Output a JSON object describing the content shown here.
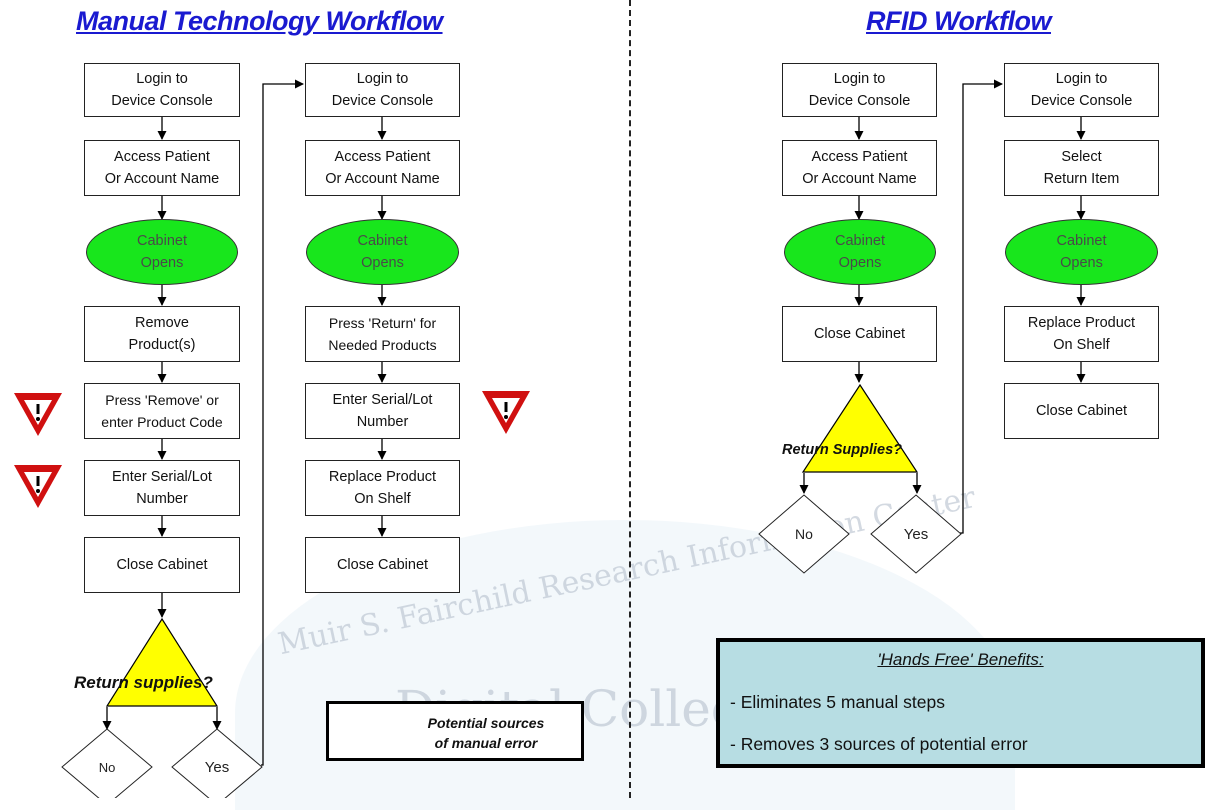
{
  "titles": {
    "manual": "Manual Technology Workflow",
    "rfid": "RFID Workflow"
  },
  "manual": {
    "col1": {
      "login": "Login to\nDevice Console",
      "access": "Access Patient\nOr Account Name",
      "cabinet": "Cabinet\nOpens",
      "remove": "Remove\nProduct(s)",
      "press_remove": "Press 'Remove' or\nenter Product Code",
      "serial": "Enter Serial/Lot\nNumber",
      "close": "Close Cabinet",
      "decision": "Return supplies?",
      "no": "No",
      "yes": "Yes"
    },
    "col2": {
      "login": "Login to\nDevice Console",
      "access": "Access Patient\nOr Account Name",
      "cabinet": "Cabinet\nOpens",
      "press_return": "Press 'Return' for\nNeeded Products",
      "serial": "Enter Serial/Lot\nNumber",
      "replace": "Replace Product\nOn Shelf",
      "close": "Close Cabinet"
    }
  },
  "rfid": {
    "col1": {
      "login": "Login to\nDevice Console",
      "access": "Access Patient\nOr Account Name",
      "cabinet": "Cabinet\nOpens",
      "close": "Close Cabinet",
      "decision": "Return Supplies?",
      "no": "No",
      "yes": "Yes"
    },
    "col2": {
      "login": "Login to\nDevice Console",
      "select": "Select\nReturn Item",
      "cabinet": "Cabinet\nOpens",
      "replace": "Replace Product\nOn Shelf",
      "close": "Close Cabinet"
    }
  },
  "legend": {
    "text": "Potential sources\nof manual error",
    "icon": "warning-triangle-icon"
  },
  "benefits": {
    "title": "'Hands Free' Benefits:",
    "items": [
      "- Eliminates 5 manual steps",
      "- Removes 3 sources of potential error"
    ]
  },
  "watermark": {
    "line1": "Muir S. Fairchild Research Information Center",
    "line2": "Digital Collections"
  },
  "colors": {
    "title": "#1a1ad0",
    "oval_fill": "#18e61c",
    "triangle_fill": "#ffff00",
    "warning_red": "#d01010",
    "benefits_fill": "#b7dde3"
  }
}
